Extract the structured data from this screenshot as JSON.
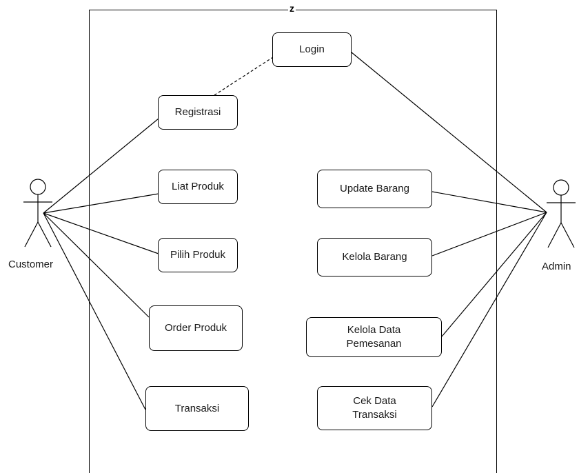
{
  "system": {
    "title": "z"
  },
  "actors": {
    "customer": "Customer",
    "admin": "Admin"
  },
  "use_cases": {
    "login": "Login",
    "registrasi": "Registrasi",
    "liat_produk": "Liat Produk",
    "pilih_produk": "Pilih Produk",
    "order_produk": "Order Produk",
    "transaksi": "Transaksi",
    "update_barang": "Update Barang",
    "kelola_barang": "Kelola Barang",
    "kelola_data_pemesanan": "Kelola Data\nPemesanan",
    "cek_data_transaksi": "Cek Data\nTransaksi"
  },
  "colors": {
    "stroke": "#000000",
    "text": "#1a1a1a",
    "background": "#ffffff"
  }
}
